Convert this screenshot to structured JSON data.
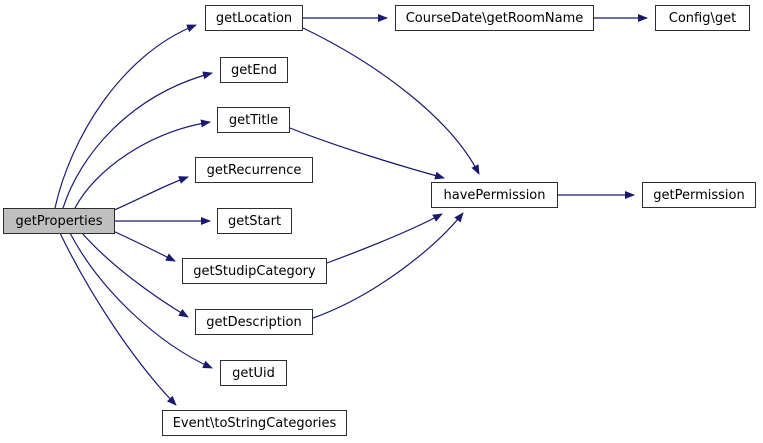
{
  "diagram": {
    "type": "call-graph",
    "nodes": [
      {
        "id": "getProperties",
        "label": "getProperties",
        "highlighted": true
      },
      {
        "id": "getLocation",
        "label": "getLocation",
        "highlighted": false
      },
      {
        "id": "courseDateGetRoomName",
        "label": "CourseDate\\getRoomName",
        "highlighted": false
      },
      {
        "id": "configGet",
        "label": "Config\\get",
        "highlighted": false
      },
      {
        "id": "getEnd",
        "label": "getEnd",
        "highlighted": false
      },
      {
        "id": "getTitle",
        "label": "getTitle",
        "highlighted": false
      },
      {
        "id": "getRecurrence",
        "label": "getRecurrence",
        "highlighted": false
      },
      {
        "id": "getStart",
        "label": "getStart",
        "highlighted": false
      },
      {
        "id": "getStudipCategory",
        "label": "getStudipCategory",
        "highlighted": false
      },
      {
        "id": "getDescription",
        "label": "getDescription",
        "highlighted": false
      },
      {
        "id": "getUid",
        "label": "getUid",
        "highlighted": false
      },
      {
        "id": "eventToStringCategories",
        "label": "Event\\toStringCategories",
        "highlighted": false
      },
      {
        "id": "havePermission",
        "label": "havePermission",
        "highlighted": false
      },
      {
        "id": "getPermission",
        "label": "getPermission",
        "highlighted": false
      }
    ],
    "edges": [
      {
        "from": "getProperties",
        "to": "getLocation"
      },
      {
        "from": "getProperties",
        "to": "getEnd"
      },
      {
        "from": "getProperties",
        "to": "getTitle"
      },
      {
        "from": "getProperties",
        "to": "getRecurrence"
      },
      {
        "from": "getProperties",
        "to": "getStart"
      },
      {
        "from": "getProperties",
        "to": "getStudipCategory"
      },
      {
        "from": "getProperties",
        "to": "getDescription"
      },
      {
        "from": "getProperties",
        "to": "getUid"
      },
      {
        "from": "getProperties",
        "to": "eventToStringCategories"
      },
      {
        "from": "getLocation",
        "to": "courseDateGetRoomName"
      },
      {
        "from": "getLocation",
        "to": "havePermission"
      },
      {
        "from": "courseDateGetRoomName",
        "to": "configGet"
      },
      {
        "from": "getTitle",
        "to": "havePermission"
      },
      {
        "from": "getStudipCategory",
        "to": "havePermission"
      },
      {
        "from": "getDescription",
        "to": "havePermission"
      },
      {
        "from": "havePermission",
        "to": "getPermission"
      }
    ],
    "colors": {
      "edge": "#191970",
      "node_border": "#2d2d2d",
      "node_fill": "#ffffff",
      "highlight_fill": "#bfbfbf",
      "background": "#ffffff"
    }
  }
}
